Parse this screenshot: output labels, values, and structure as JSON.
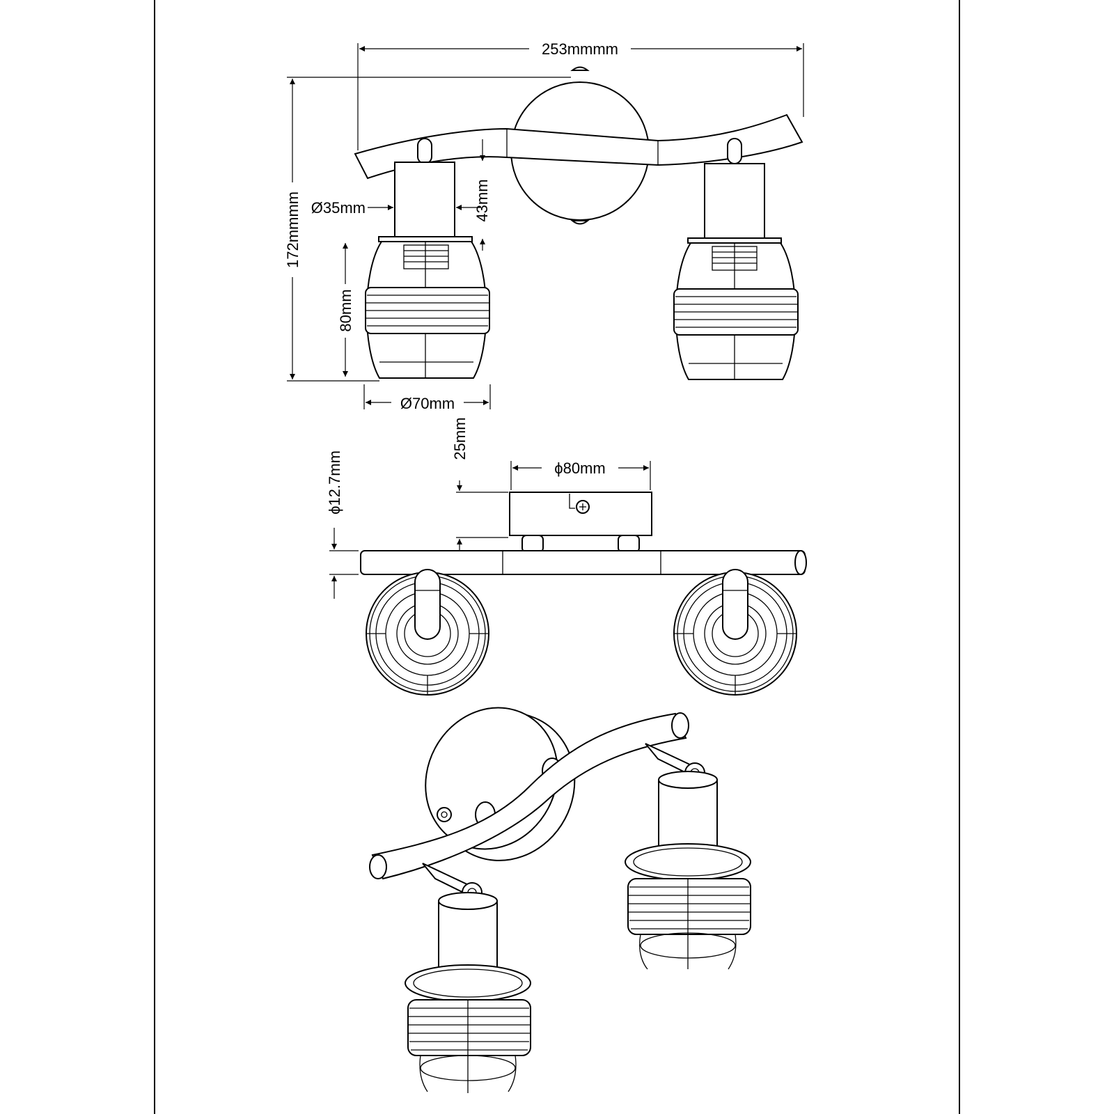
{
  "dimensions": {
    "overall_width": "253mmmm",
    "overall_height": "172mmmm",
    "socket_diameter": "Ø35mm",
    "socket_height": "43mm",
    "shade_height": "80mm",
    "shade_diameter": "Ø70mm",
    "base_depth": "25mm",
    "base_diameter": "ϕ80mm",
    "bar_diameter": "ϕ12.7mm"
  },
  "colors": {
    "line": "#000000",
    "paper": "#ffffff"
  }
}
